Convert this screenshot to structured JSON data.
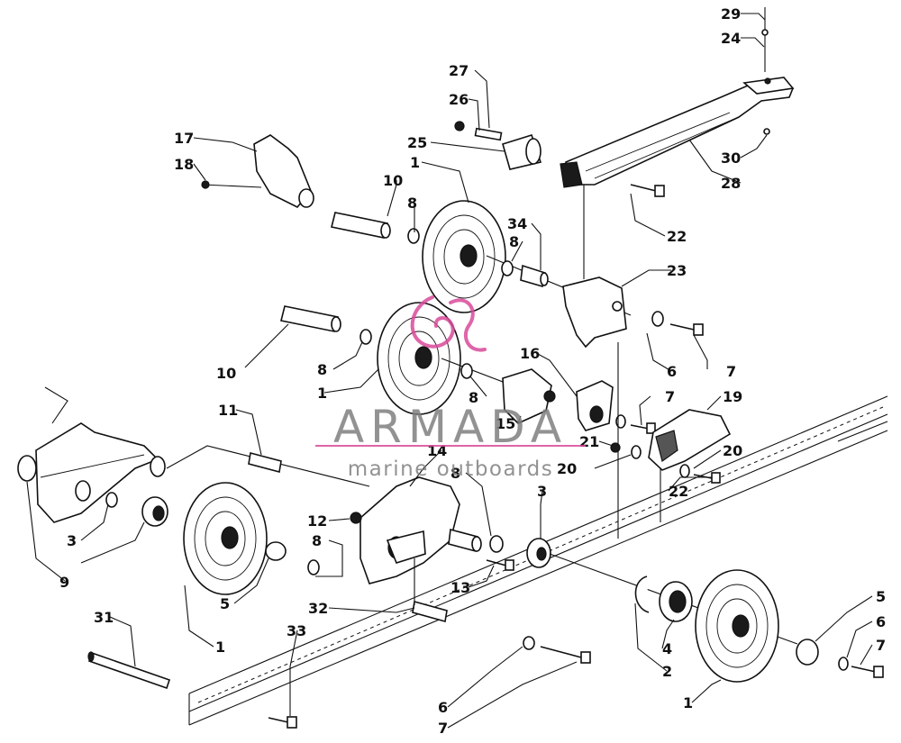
{
  "diagram": {
    "callouts": [
      "29",
      "24",
      "27",
      "26",
      "25",
      "17",
      "18",
      "1",
      "10",
      "8",
      "22",
      "30",
      "28",
      "34",
      "8",
      "23",
      "10",
      "8",
      "1",
      "16",
      "6",
      "7",
      "8",
      "15",
      "7",
      "19",
      "11",
      "14",
      "21",
      "20",
      "20",
      "22",
      "8",
      "3",
      "12",
      "8",
      "3",
      "9",
      "13",
      "5",
      "1",
      "31",
      "32",
      "33",
      "6",
      "7",
      "4",
      "2",
      "1",
      "5",
      "6",
      "7"
    ]
  },
  "watermark": {
    "brand": "ARMADA",
    "tagline": "marine outboards",
    "brand_color": "#6f6f6f",
    "accent_color": "#d94a9a"
  }
}
